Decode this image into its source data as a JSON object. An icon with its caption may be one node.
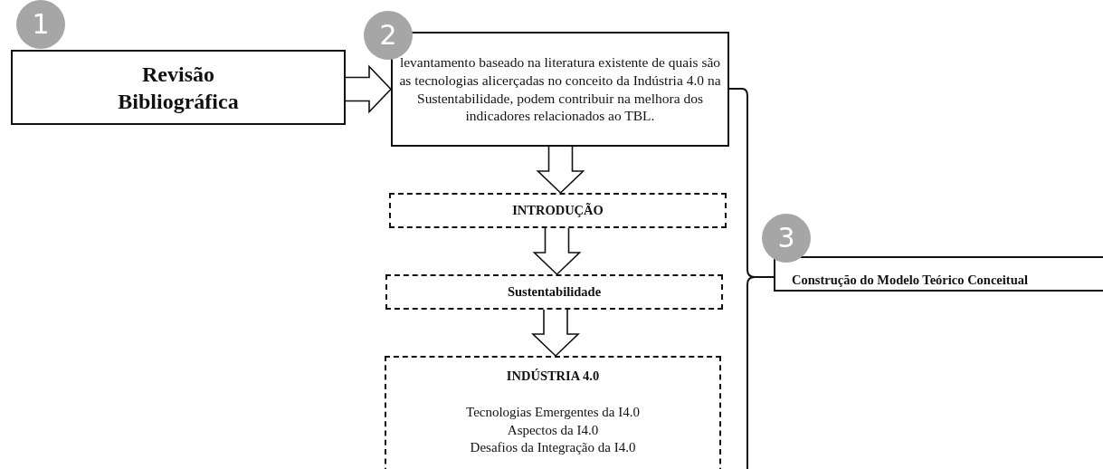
{
  "diagram": {
    "nodes": [
      {
        "text": [
          "1"
        ]
      },
      {
        "text": [
          "Revisão Bibliográfica"
        ]
      },
      {
        "text": [
          "2"
        ]
      },
      {
        "text": [
          "levantamento baseado na literatura existente de quais são as tecnologias alicerçadas no conceito da Indústria 4.0 na Sustentabilidade, podem contribuir na melhora dos indicadores relacionados ao TBL."
        ]
      },
      {
        "text": [
          "INTRODUÇÃO"
        ]
      },
      {
        "text": [
          "Sustentabilidade"
        ]
      },
      {
        "text": [
          "INDÚSTRIA  4.0",
          "Tecnologias Emergentes da I4.0",
          "Aspectos da I4.0",
          "Desafios da Integração da I4.0"
        ]
      },
      {
        "text": [
          "3"
        ]
      },
      {
        "text": [
          "Construção do Modelo Teórico Conceitual"
        ]
      }
    ],
    "edges": [
      {
        "from": 1,
        "to": 3,
        "arrow": "to"
      },
      {
        "from": 3,
        "to": 4,
        "arrow": "to"
      },
      {
        "from": 4,
        "to": 5,
        "arrow": "to"
      },
      {
        "from": 5,
        "to": 6,
        "arrow": "to"
      }
    ]
  }
}
